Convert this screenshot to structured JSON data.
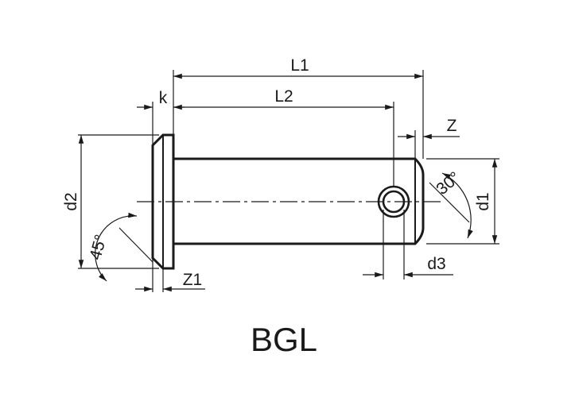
{
  "drawing": {
    "title": "BGL",
    "line_color": "#1a1a1a",
    "background": "#ffffff"
  },
  "dimensions": {
    "L1": "L1",
    "L2": "L2",
    "k": "k",
    "Z": "Z",
    "d1": "d1",
    "d2": "d2",
    "d3": "d3",
    "Z1": "Z1",
    "angle_chamfer": "30°",
    "angle_head": "45°"
  }
}
